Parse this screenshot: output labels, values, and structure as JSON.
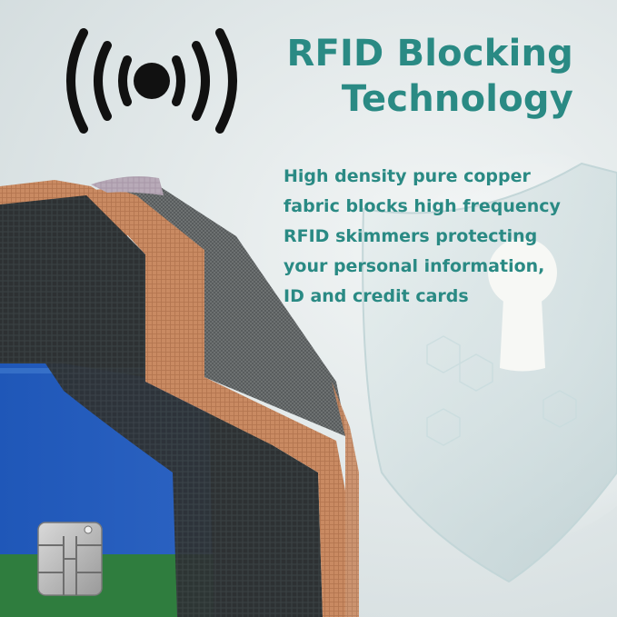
{
  "headline": {
    "lines": [
      "RFID Blocking",
      "Technology"
    ]
  },
  "description": {
    "lines": [
      "High density pure copper",
      "fabric blocks high frequency",
      "RFID skimmers protecting",
      "your personal information,",
      "ID and credit cards"
    ]
  },
  "icons": {
    "signal": "rfid-signal-icon",
    "shield": "shield-lock-icon",
    "chip": "card-chip-icon"
  },
  "colors": {
    "accent": "#2a8a84",
    "icon": "#111111",
    "copper": "#c98a62",
    "card_blue": "#1f57b8",
    "background": "#dfe6e7"
  }
}
